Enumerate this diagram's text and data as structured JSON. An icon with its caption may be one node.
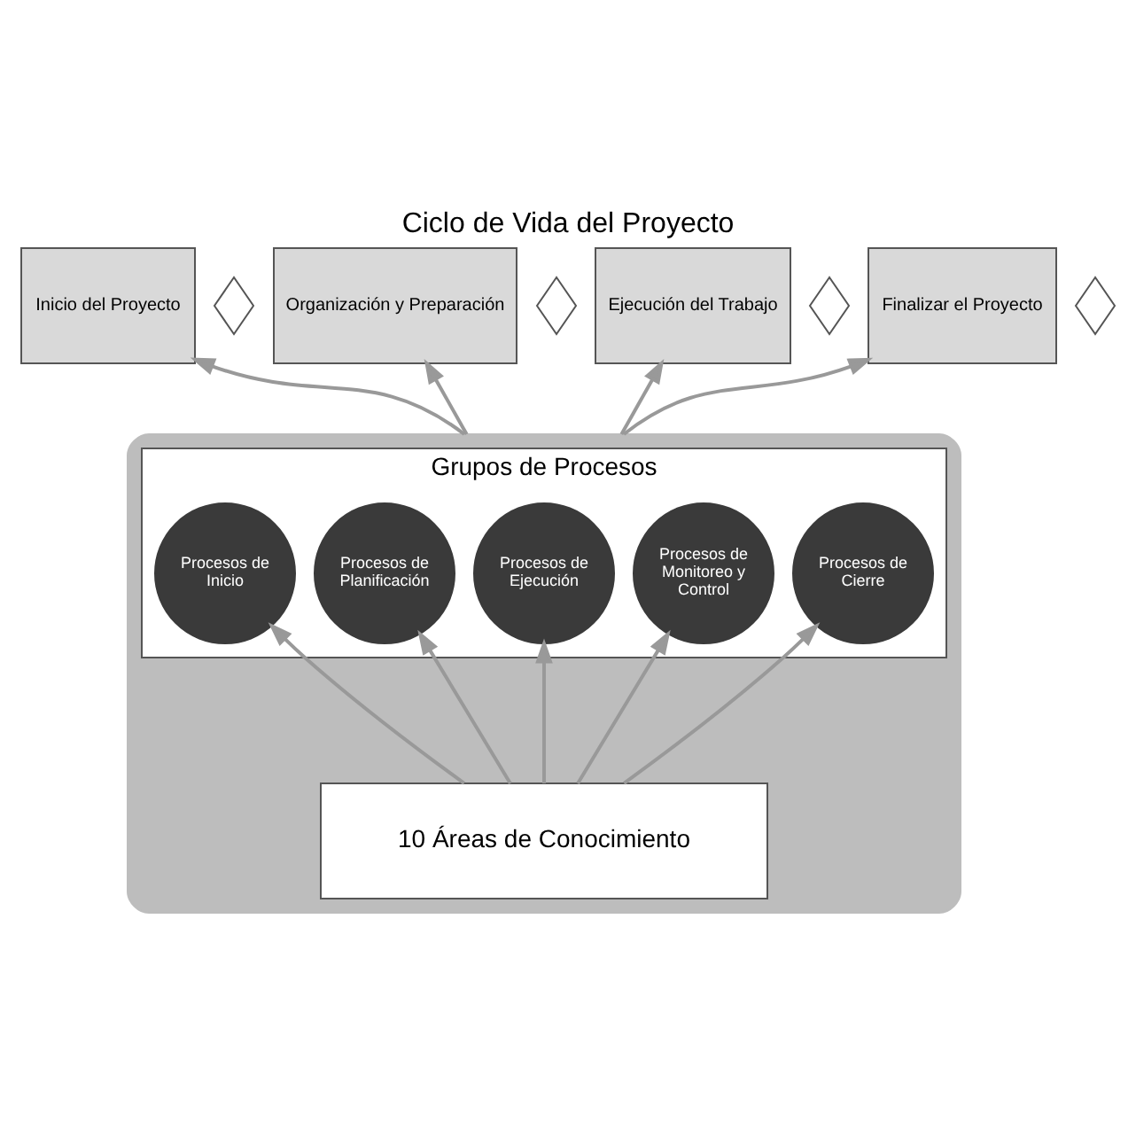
{
  "diagram": {
    "title": "Ciclo de Vida del Proyecto",
    "nodes": [
      {
        "text": [
          "Inicio del Proyecto"
        ]
      },
      {
        "text": [
          "Organización y Preparación"
        ]
      },
      {
        "text": [
          "Ejecución del Trabajo"
        ]
      },
      {
        "text": [
          "Finalizar el Proyecto"
        ]
      },
      {
        "text": [],
        "shape": "diamond"
      },
      {
        "text": [],
        "shape": "diamond"
      },
      {
        "text": [],
        "shape": "diamond"
      },
      {
        "text": [],
        "shape": "diamond"
      },
      {
        "text": [],
        "shape": "box"
      },
      {
        "text": [
          "Grupos de Procesos"
        ],
        "in": 8
      },
      {
        "text": [
          "Procesos de Inicio"
        ],
        "in": 9
      },
      {
        "text": [
          "Procesos de Planificación"
        ],
        "in": 9
      },
      {
        "text": [
          "Procesos de Ejecución"
        ],
        "in": 9
      },
      {
        "text": [
          "Procesos de Monitoreo y Control"
        ],
        "in": 9
      },
      {
        "text": [
          "Procesos de Cierre"
        ],
        "in": 9
      },
      {
        "text": [
          "10 Áreas de Conocimiento"
        ],
        "in": 8
      }
    ],
    "edges": [
      {
        "from": 8,
        "to": 0,
        "arrow": "to"
      },
      {
        "from": 8,
        "to": 1,
        "arrow": "to"
      },
      {
        "from": 8,
        "to": 2,
        "arrow": "to"
      },
      {
        "from": 8,
        "to": 3,
        "arrow": "to"
      },
      {
        "from": 15,
        "to": 10,
        "arrow": "to"
      },
      {
        "from": 15,
        "to": 11,
        "arrow": "to"
      },
      {
        "from": 15,
        "to": 12,
        "arrow": "to"
      },
      {
        "from": 15,
        "to": 13,
        "arrow": "to"
      },
      {
        "from": 15,
        "to": 14,
        "arrow": "to"
      }
    ]
  }
}
